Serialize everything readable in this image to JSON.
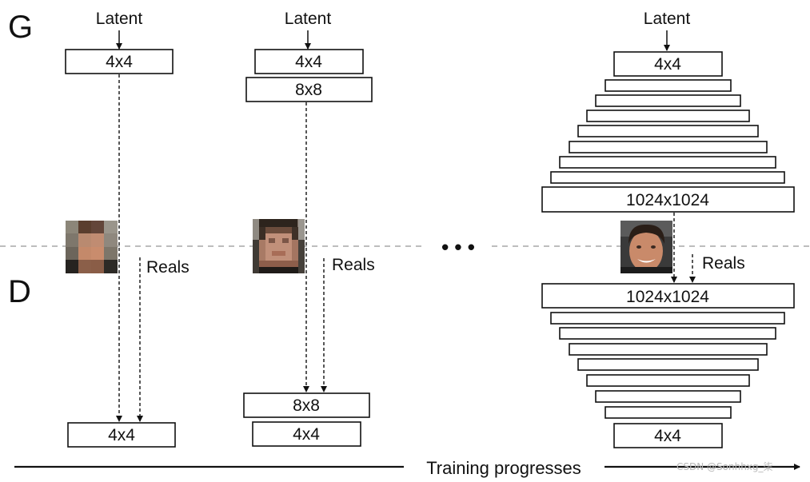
{
  "section_labels": {
    "generator": "G",
    "discriminator": "D"
  },
  "latent_label": "Latent",
  "reals_label": "Reals",
  "ellipsis": "• • •",
  "bottom_label": "Training progresses",
  "watermark": "CSDN @Sonhhxg_柒",
  "stages": [
    {
      "generator_layers": [
        "4x4"
      ],
      "discriminator_layers": [
        "4x4"
      ],
      "image": {
        "resolution": 4,
        "kind": "pixelated-face"
      }
    },
    {
      "generator_layers": [
        "4x4",
        "8x8"
      ],
      "discriminator_layers": [
        "8x8",
        "4x4"
      ],
      "image": {
        "resolution": 8,
        "kind": "pixelated-face"
      }
    },
    {
      "generator_layers": [
        "4x4",
        "",
        "",
        "",
        "",
        "",
        "",
        "",
        "1024x1024"
      ],
      "discriminator_layers": [
        "1024x1024",
        "",
        "",
        "",
        "",
        "",
        "",
        "",
        "4x4"
      ],
      "image": {
        "resolution": 1024,
        "kind": "face-photo"
      }
    }
  ],
  "colors": {
    "line": "#111111",
    "divider": "#bdbdbd",
    "skin": "#c98a6a",
    "hair": "#2a1e17"
  }
}
